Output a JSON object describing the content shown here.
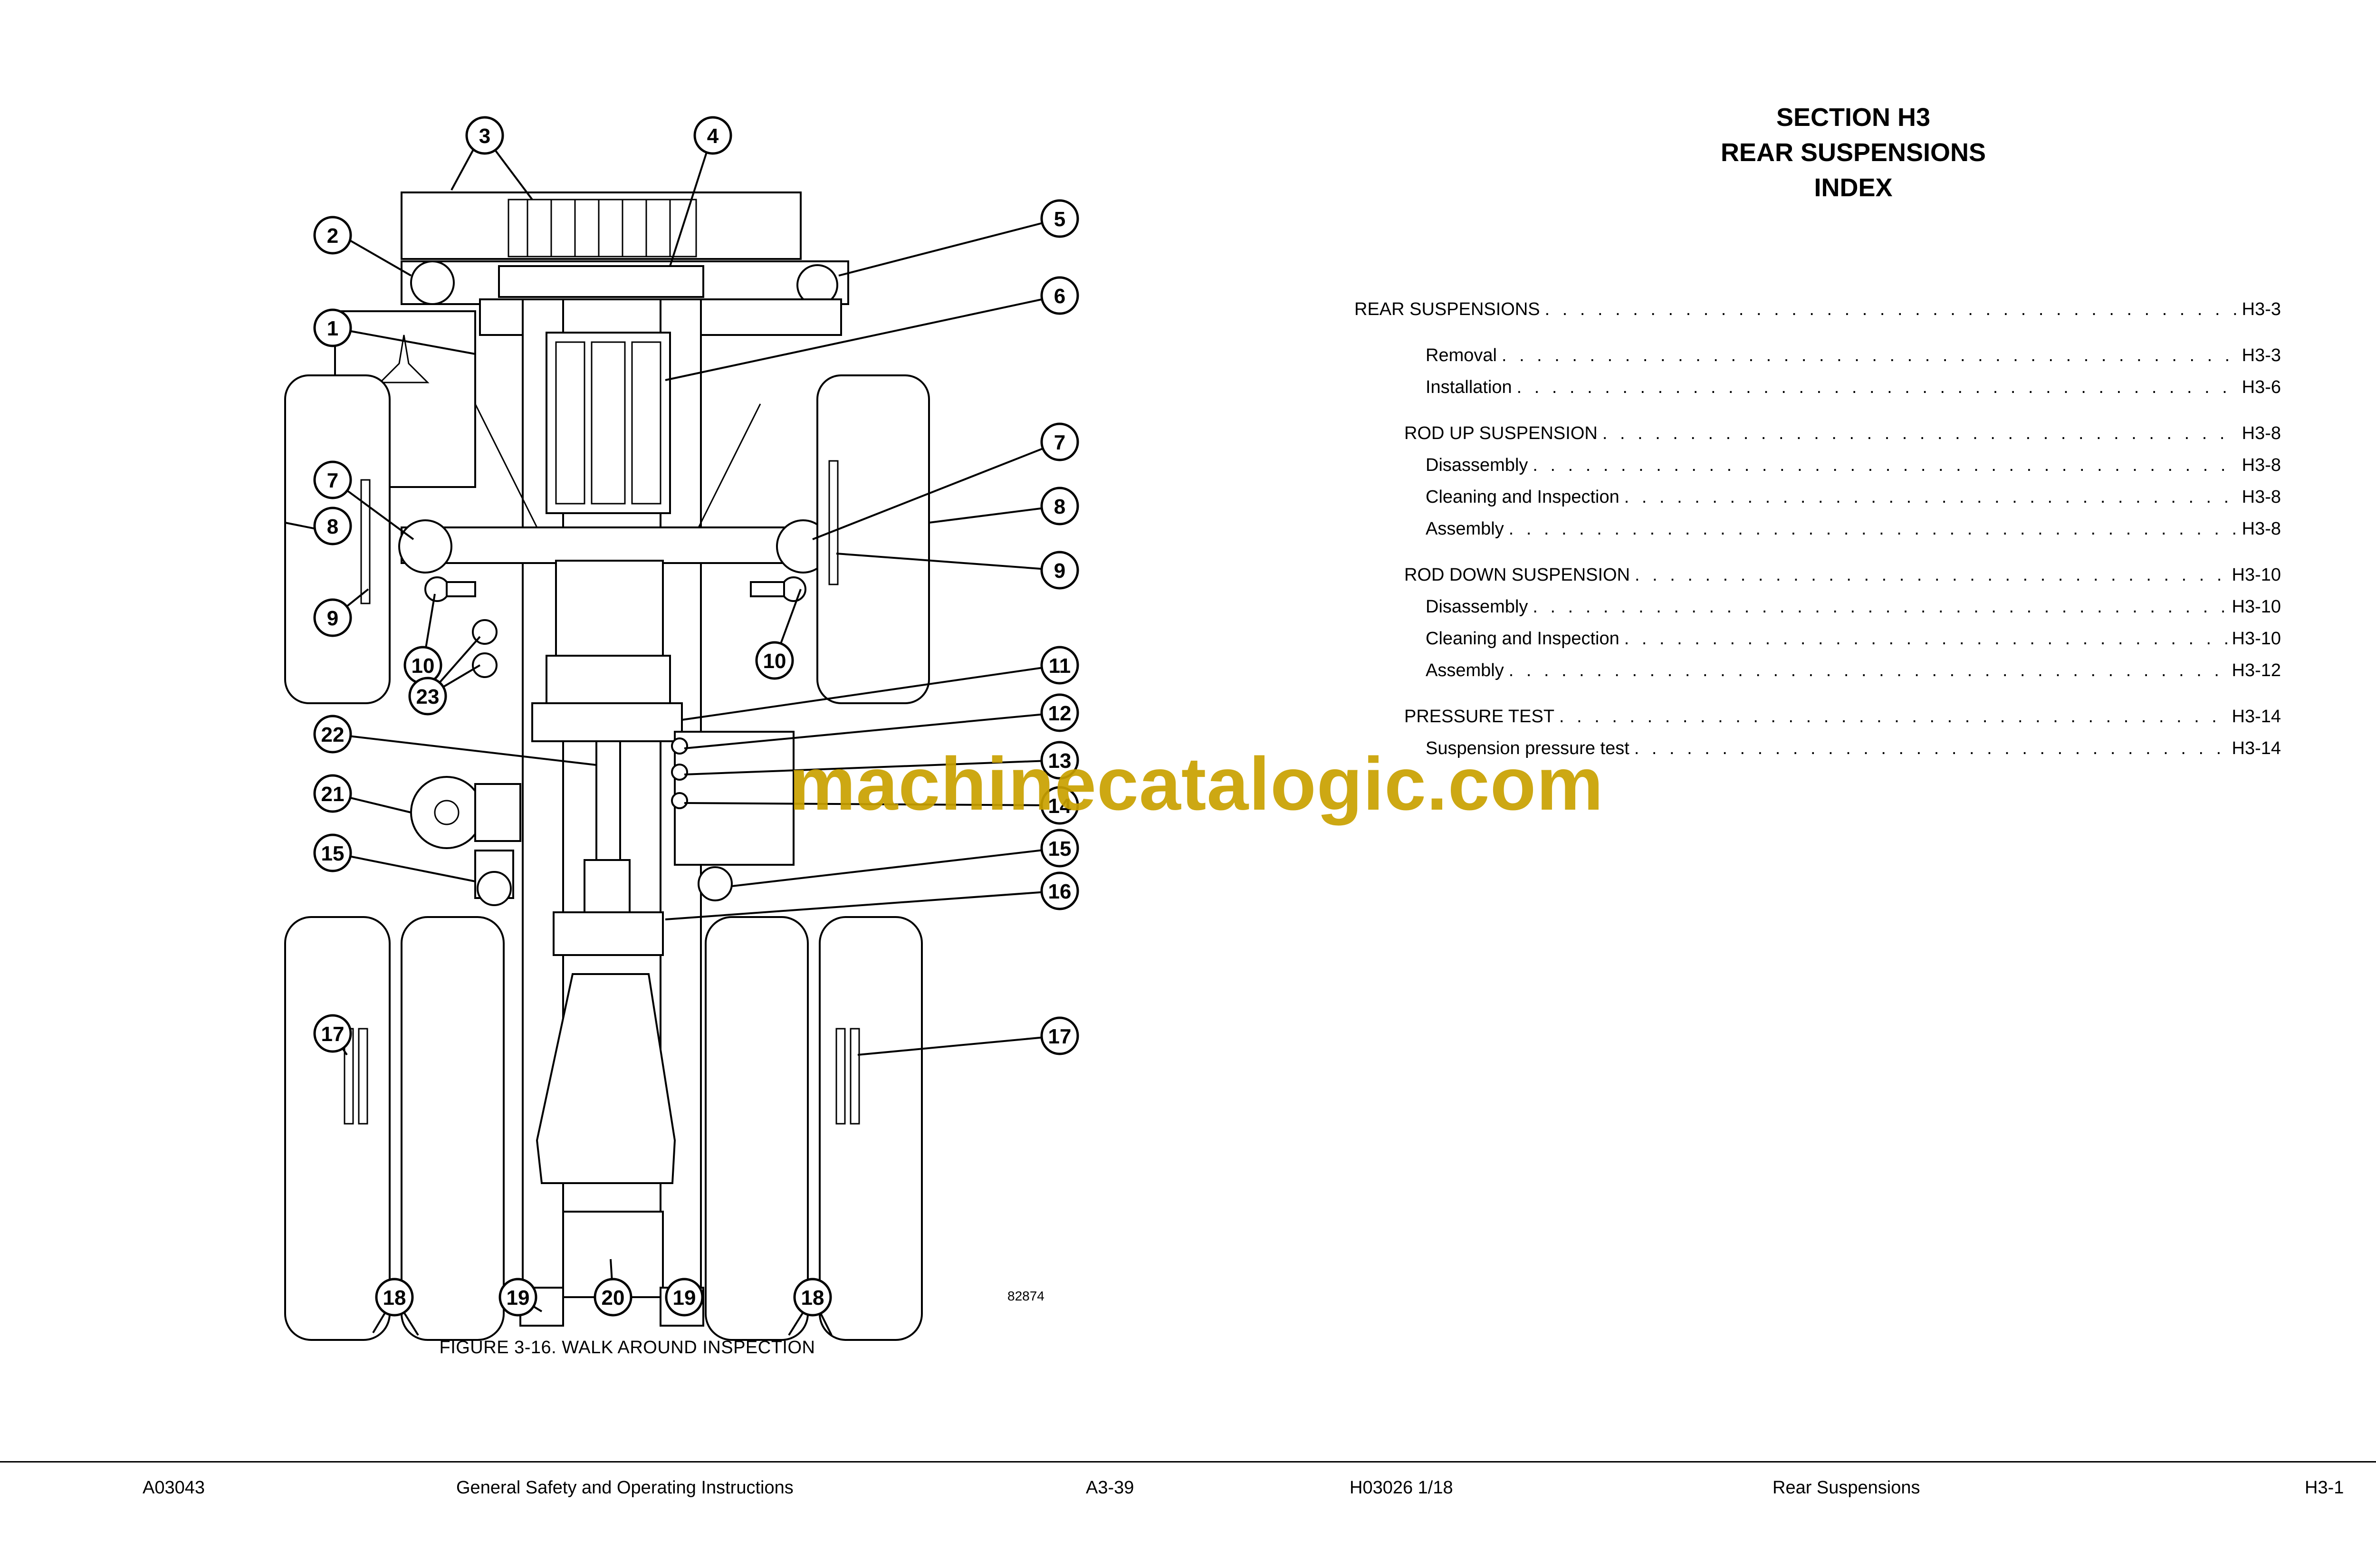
{
  "figure": {
    "caption": "FIGURE 3-16. WALK AROUND INSPECTION",
    "code": "82874",
    "callouts": [
      "1",
      "2",
      "3",
      "4",
      "5",
      "6",
      "7",
      "8",
      "9",
      "10",
      "11",
      "12",
      "13",
      "14",
      "15",
      "16",
      "17",
      "18",
      "19",
      "20",
      "21",
      "22",
      "23"
    ]
  },
  "index": {
    "title_line1": "SECTION H3",
    "title_line2": "REAR SUSPENSIONS",
    "title_line3": "INDEX",
    "entries": [
      {
        "label": "REAR SUSPENSIONS",
        "page": "H3-3"
      },
      {
        "label": "Removal",
        "page": "H3-3"
      },
      {
        "label": "Installation",
        "page": "H3-6"
      },
      {
        "label": "ROD UP SUSPENSION",
        "page": "H3-8"
      },
      {
        "label": "Disassembly",
        "page": "H3-8"
      },
      {
        "label": "Cleaning and Inspection",
        "page": "H3-8"
      },
      {
        "label": "Assembly",
        "page": "H3-8"
      },
      {
        "label": "ROD DOWN SUSPENSION",
        "page": "H3-10"
      },
      {
        "label": "Disassembly",
        "page": "H3-10"
      },
      {
        "label": "Cleaning and Inspection",
        "page": "H3-10"
      },
      {
        "label": "Assembly",
        "page": "H3-12"
      },
      {
        "label": "PRESSURE TEST",
        "page": "H3-14"
      },
      {
        "label": "Suspension pressure test",
        "page": "H3-14"
      }
    ]
  },
  "watermark": "machinecatalogic.com",
  "footer": {
    "left_doc": "A03043",
    "left_title": "General Safety and Operating Instructions",
    "left_page": "A3-39",
    "right_doc": "H03026  1/18",
    "right_title": "Rear Suspensions",
    "right_page": "H3-1"
  }
}
